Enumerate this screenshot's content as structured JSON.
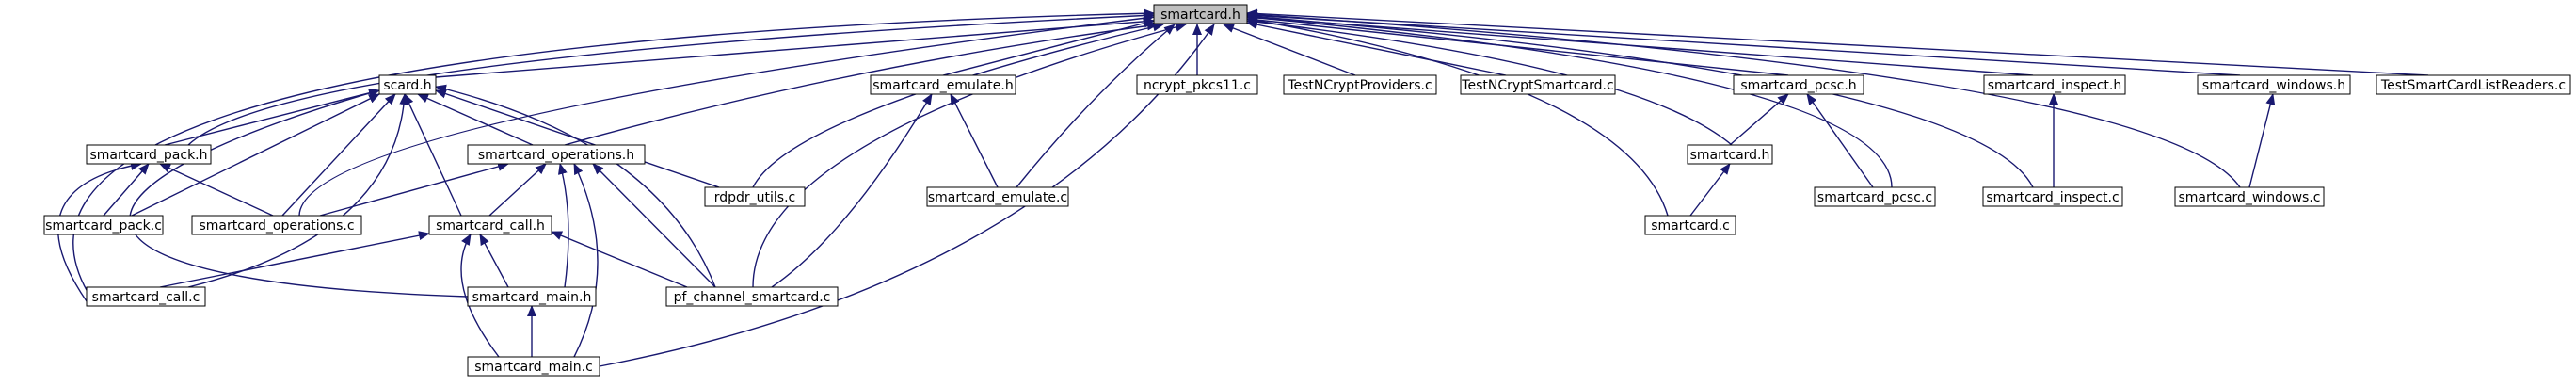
{
  "diagram": {
    "root": "smartcard.h",
    "colors": {
      "edge": "#191970",
      "root_fill": "#bfbfbf",
      "node_fill": "#ffffff",
      "node_border": "#000000"
    },
    "nodes": [
      {
        "id": "smartcard_h",
        "label": "smartcard.h"
      },
      {
        "id": "scard_h",
        "label": "scard.h"
      },
      {
        "id": "smartcard_emulate_h",
        "label": "smartcard_emulate.h"
      },
      {
        "id": "ncrypt_pkcs11_c",
        "label": "ncrypt_pkcs11.c"
      },
      {
        "id": "TestNCryptProviders_c",
        "label": "TestNCryptProviders.c"
      },
      {
        "id": "TestNCryptSmartcard_c",
        "label": "TestNCryptSmartcard.c"
      },
      {
        "id": "smartcard_pcsc_h",
        "label": "smartcard_pcsc.h"
      },
      {
        "id": "smartcard_inspect_h",
        "label": "smartcard_inspect.h"
      },
      {
        "id": "smartcard_windows_h",
        "label": "smartcard_windows.h"
      },
      {
        "id": "TestSmartCardListReaders_c",
        "label": "TestSmartCardListReaders.c"
      },
      {
        "id": "smartcard_pack_h",
        "label": "smartcard_pack.h"
      },
      {
        "id": "smartcard_operations_h",
        "label": "smartcard_operations.h"
      },
      {
        "id": "rdpdr_utils_c",
        "label": "rdpdr_utils.c"
      },
      {
        "id": "smartcard_emulate_c",
        "label": "smartcard_emulate.c"
      },
      {
        "id": "smartcard_hh",
        "label": "smartcard.h"
      },
      {
        "id": "smartcard_pcsc_c",
        "label": "smartcard_pcsc.c"
      },
      {
        "id": "smartcard_inspect_c",
        "label": "smartcard_inspect.c"
      },
      {
        "id": "smartcard_windows_c",
        "label": "smartcard_windows.c"
      },
      {
        "id": "smartcard_pack_c",
        "label": "smartcard_pack.c"
      },
      {
        "id": "smartcard_operations_c",
        "label": "smartcard_operations.c"
      },
      {
        "id": "smartcard_call_h",
        "label": "smartcard_call.h"
      },
      {
        "id": "smartcard_c",
        "label": "smartcard.c"
      },
      {
        "id": "smartcard_call_c",
        "label": "smartcard_call.c"
      },
      {
        "id": "smartcard_main_h",
        "label": "smartcard_main.h"
      },
      {
        "id": "pf_channel_smartcard_c",
        "label": "pf_channel_smartcard.c"
      },
      {
        "id": "smartcard_main_c",
        "label": "smartcard_main.c"
      }
    ],
    "edges": [
      {
        "from": "scard_h",
        "to": "smartcard_h"
      },
      {
        "from": "smartcard_emulate_h",
        "to": "smartcard_h"
      },
      {
        "from": "ncrypt_pkcs11_c",
        "to": "smartcard_h"
      },
      {
        "from": "TestNCryptProviders_c",
        "to": "smartcard_h"
      },
      {
        "from": "TestNCryptSmartcard_c",
        "to": "smartcard_h"
      },
      {
        "from": "smartcard_pcsc_h",
        "to": "smartcard_h"
      },
      {
        "from": "smartcard_inspect_h",
        "to": "smartcard_h"
      },
      {
        "from": "smartcard_windows_h",
        "to": "smartcard_h"
      },
      {
        "from": "TestSmartCardListReaders_c",
        "to": "smartcard_h"
      },
      {
        "from": "smartcard_pack_h",
        "to": "smartcard_h"
      },
      {
        "from": "smartcard_operations_h",
        "to": "smartcard_h"
      },
      {
        "from": "rdpdr_utils_c",
        "to": "smartcard_h"
      },
      {
        "from": "smartcard_emulate_c",
        "to": "smartcard_h"
      },
      {
        "from": "smartcard_hh",
        "to": "smartcard_h"
      },
      {
        "from": "smartcard_pcsc_c",
        "to": "smartcard_h"
      },
      {
        "from": "smartcard_inspect_c",
        "to": "smartcard_h"
      },
      {
        "from": "smartcard_windows_c",
        "to": "smartcard_h"
      },
      {
        "from": "smartcard_operations_c",
        "to": "smartcard_h"
      },
      {
        "from": "smartcard_c",
        "to": "smartcard_h"
      },
      {
        "from": "smartcard_call_c",
        "to": "smartcard_h"
      },
      {
        "from": "pf_channel_smartcard_c",
        "to": "smartcard_h"
      },
      {
        "from": "smartcard_main_c",
        "to": "smartcard_h"
      },
      {
        "from": "smartcard_pack_h",
        "to": "scard_h"
      },
      {
        "from": "smartcard_operations_h",
        "to": "scard_h"
      },
      {
        "from": "rdpdr_utils_c",
        "to": "scard_h"
      },
      {
        "from": "smartcard_pack_c",
        "to": "scard_h"
      },
      {
        "from": "smartcard_operations_c",
        "to": "scard_h"
      },
      {
        "from": "smartcard_call_h",
        "to": "scard_h"
      },
      {
        "from": "smartcard_call_c",
        "to": "scard_h"
      },
      {
        "from": "pf_channel_smartcard_c",
        "to": "scard_h"
      },
      {
        "from": "smartcard_main_h",
        "to": "scard_h"
      },
      {
        "from": "smartcard_emulate_c",
        "to": "smartcard_emulate_h"
      },
      {
        "from": "pf_channel_smartcard_c",
        "to": "smartcard_emulate_h"
      },
      {
        "from": "smartcard_hh",
        "to": "smartcard_pcsc_h"
      },
      {
        "from": "smartcard_pcsc_c",
        "to": "smartcard_pcsc_h"
      },
      {
        "from": "smartcard_inspect_c",
        "to": "smartcard_inspect_h"
      },
      {
        "from": "smartcard_windows_c",
        "to": "smartcard_windows_h"
      },
      {
        "from": "smartcard_c",
        "to": "smartcard_hh"
      },
      {
        "from": "smartcard_pack_c",
        "to": "smartcard_pack_h"
      },
      {
        "from": "smartcard_operations_c",
        "to": "smartcard_pack_h"
      },
      {
        "from": "smartcard_call_c",
        "to": "smartcard_pack_h"
      },
      {
        "from": "smartcard_operations_c",
        "to": "smartcard_operations_h"
      },
      {
        "from": "smartcard_call_h",
        "to": "smartcard_operations_h"
      },
      {
        "from": "smartcard_main_h",
        "to": "smartcard_operations_h"
      },
      {
        "from": "smartcard_main_c",
        "to": "smartcard_operations_h"
      },
      {
        "from": "pf_channel_smartcard_c",
        "to": "smartcard_operations_h"
      },
      {
        "from": "smartcard_call_c",
        "to": "smartcard_call_h"
      },
      {
        "from": "smartcard_main_h",
        "to": "smartcard_call_h"
      },
      {
        "from": "smartcard_main_c",
        "to": "smartcard_call_h"
      },
      {
        "from": "pf_channel_smartcard_c",
        "to": "smartcard_call_h"
      },
      {
        "from": "smartcard_main_c",
        "to": "smartcard_main_h"
      }
    ]
  }
}
